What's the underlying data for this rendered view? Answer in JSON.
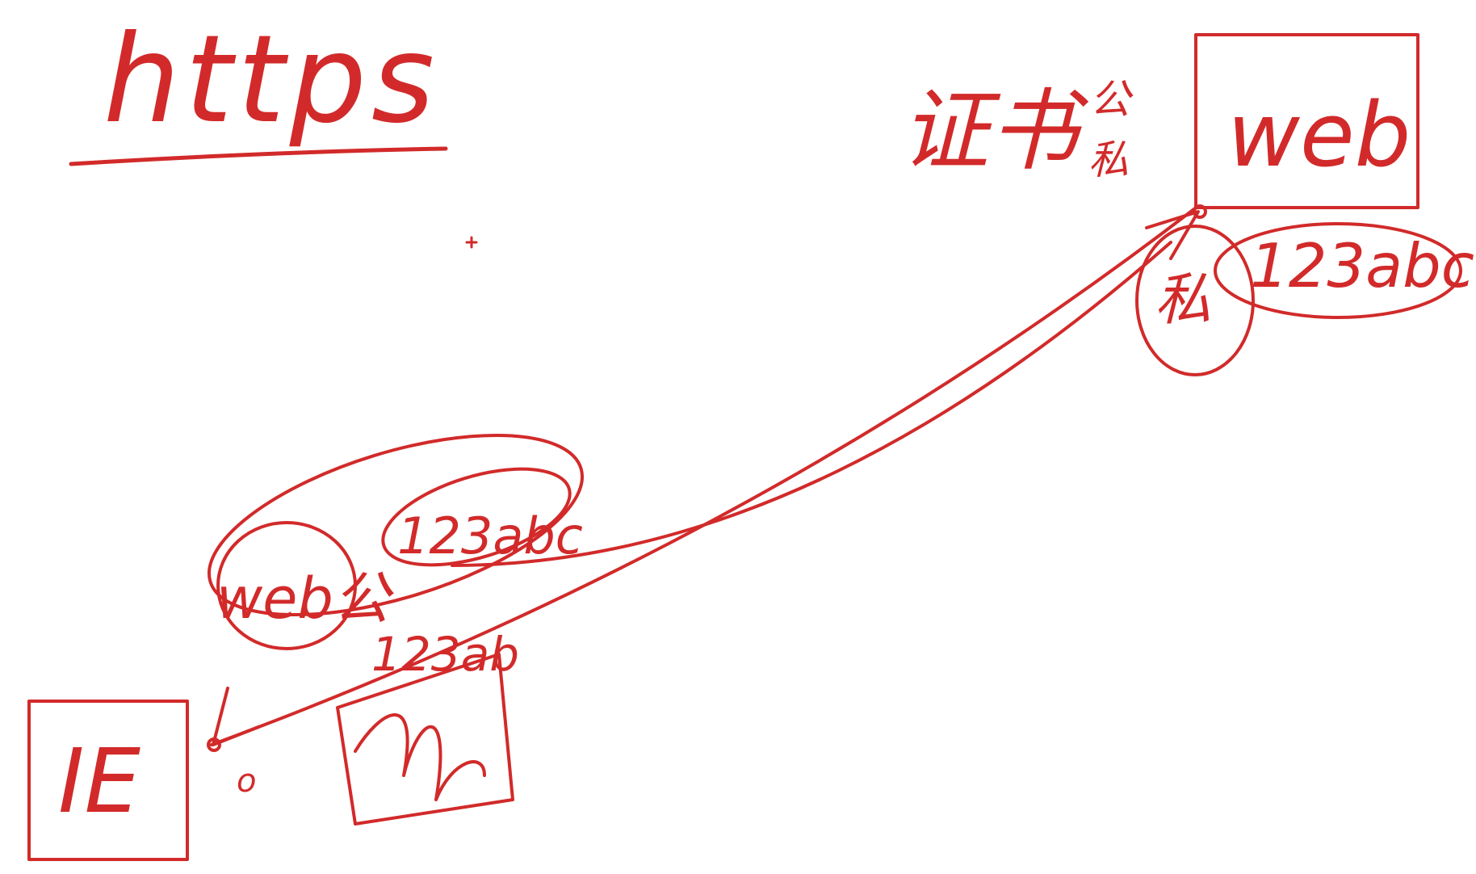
{
  "title": "https",
  "server": {
    "label": "web"
  },
  "client": {
    "label": "IE"
  },
  "annotations": {
    "cert_note": "证书",
    "top_small": "公\n私",
    "server_key": "私",
    "server_token": "123abc",
    "packet_web": "web公",
    "packet_token": "123abc",
    "paper_token": "123ab",
    "client_mark": "o"
  },
  "colors": {
    "ink": "#d22a2a",
    "background": "#ffffff"
  }
}
